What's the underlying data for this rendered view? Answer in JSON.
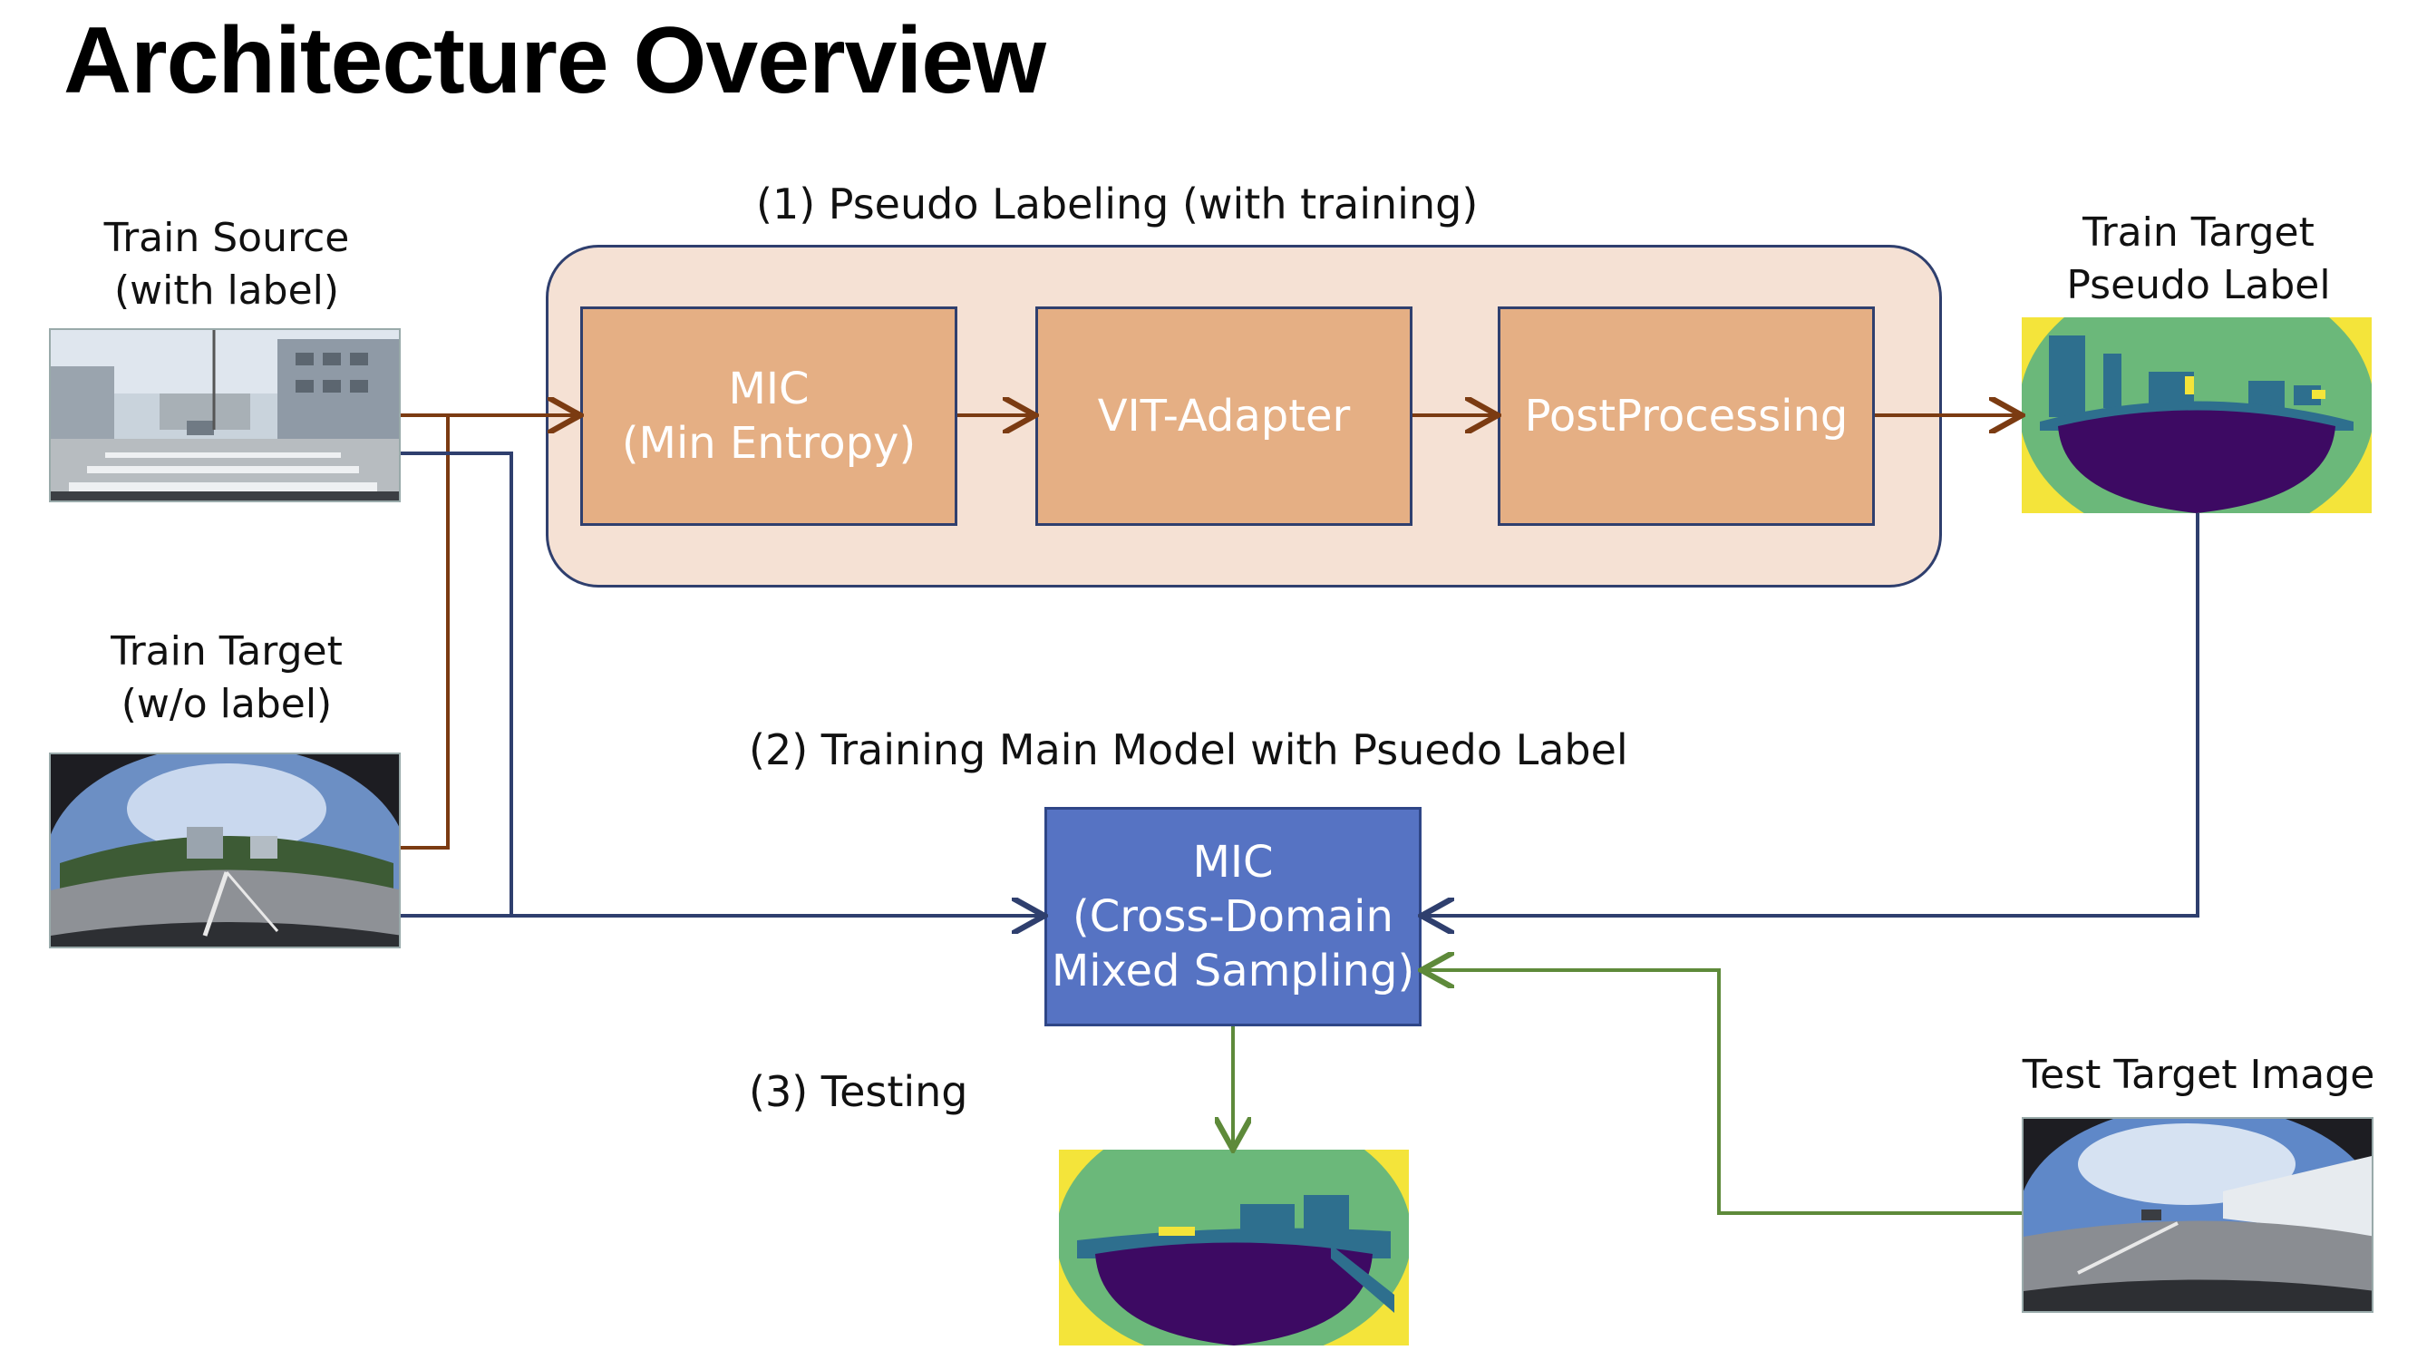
{
  "title": "Architecture Overview",
  "labels": {
    "train_source": [
      "Train Source",
      "(with label)"
    ],
    "train_target": [
      "Train Target",
      "(w/o label)"
    ],
    "train_target_pseudo": [
      "Train Target",
      "Pseudo Label"
    ],
    "test_target": "Test Target Image"
  },
  "stages": {
    "stage1": "(1) Pseudo Labeling (with training)",
    "stage2": "(2) Training Main Model with Psuedo Label",
    "stage3": "(3) Testing"
  },
  "pipeline_boxes": {
    "mic_min_entropy": [
      "MIC",
      "(Min Entropy)"
    ],
    "vit_adapter": "VIT-Adapter",
    "post_processing": "PostProcessing"
  },
  "main_model_box": [
    "MIC",
    "(Cross-Domain",
    "Mixed Sampling)"
  ],
  "colors": {
    "pseudo_arrow": "#7b3b12",
    "train_arrow": "#2f3f6e",
    "test_arrow": "#5e8a3a",
    "pipeline_box_fill": "#e5af84",
    "group_fill": "#f5e1d4",
    "main_box_fill": "#5673c3",
    "seg_sky": "#6bb87a",
    "seg_road": "#3d0a63",
    "seg_border": "#f4e43a",
    "seg_building": "#2e6f8e"
  },
  "icons": {
    "train_source_image": "street-photo",
    "train_target_image": "fisheye-photo",
    "pseudo_label_image": "segmentation-map",
    "test_target_image": "fisheye-photo",
    "test_output_image": "segmentation-map"
  }
}
